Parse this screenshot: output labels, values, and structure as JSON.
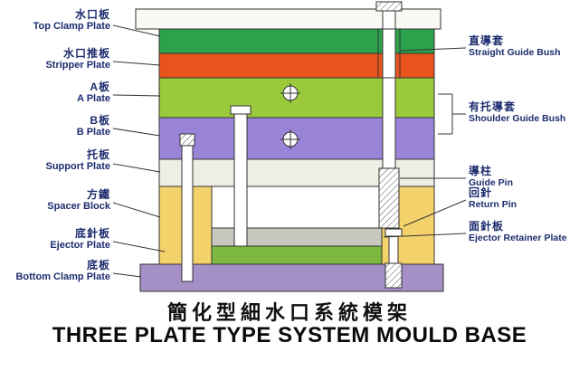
{
  "labels": {
    "left": [
      {
        "zh": "水口板",
        "en": "Top Clamp Plate"
      },
      {
        "zh": "水口推板",
        "en": "Stripper Plate"
      },
      {
        "zh": "A板",
        "en": "A Plate"
      },
      {
        "zh": "B板",
        "en": "B Plate"
      },
      {
        "zh": "托板",
        "en": "Support Plate"
      },
      {
        "zh": "方鐵",
        "en": "Spacer Block"
      },
      {
        "zh": "底針板",
        "en": "Ejector Plate"
      },
      {
        "zh": "底板",
        "en": "Bottom Clamp Plate"
      }
    ],
    "right": [
      {
        "zh": "直導套",
        "en": "Straight Guide Bush"
      },
      {
        "zh": "有托導套",
        "en": "Shoulder Guide Bush"
      },
      {
        "zh": "導柱",
        "en": "Guide Pin"
      },
      {
        "zh": "回針",
        "en": "Return Pin"
      },
      {
        "zh": "面針板",
        "en": "Ejector Retainer Plate"
      }
    ]
  },
  "title": {
    "zh": "簡化型細水口系統模架",
    "en": "THREE PLATE TYPE SYSTEM MOULD BASE"
  },
  "colors": {
    "top_strip": "#faf9f4",
    "top_clamp_plate": "#2ca24c",
    "stripper_plate": "#e8541c",
    "a_plate": "#9aca3c",
    "b_plate": "#9a84d8",
    "support_plate": "#efeee4",
    "spacer_block": "#f4d26b",
    "ejector_retainer_plate": "#c8c8c0",
    "ejector_plate": "#7db840",
    "bottom_clamp_plate": "#a48fc6",
    "label_text": "#1c2c6e",
    "outline": "#333333"
  }
}
